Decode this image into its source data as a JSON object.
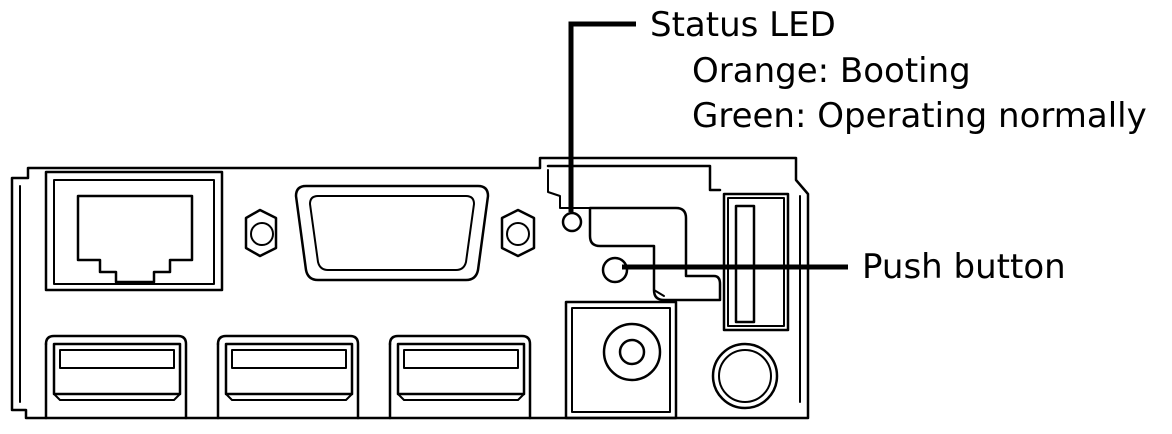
{
  "callouts": {
    "status_led": {
      "title": "Status LED",
      "lines": [
        "Orange: Booting",
        "Green: Operating normally"
      ]
    },
    "push_button": {
      "title": "Push button"
    }
  },
  "colors": {
    "line": "#000000",
    "background": "#ffffff"
  }
}
